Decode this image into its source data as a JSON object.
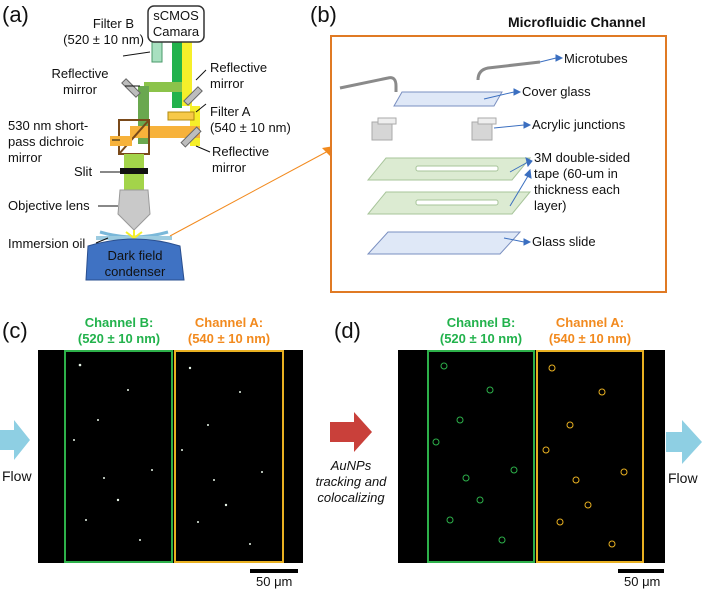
{
  "panels": {
    "a": "(a)",
    "b": "(b)",
    "c": "(c)",
    "d": "(d)"
  },
  "optics": {
    "camera": [
      "sCMOS",
      "Camara"
    ],
    "filter_b": [
      "Filter B",
      "(520 ± 10 nm)"
    ],
    "filter_a": [
      "Filter A",
      "(540 ± 10 nm)"
    ],
    "reflective_mirror_left": [
      "Reflective",
      "mirror"
    ],
    "reflective_mirror_top": [
      "Reflective",
      "mirror"
    ],
    "reflective_mirror_bottom": [
      "Reflective",
      "mirror"
    ],
    "dichroic": [
      "530 nm short-",
      "pass dichroic",
      "mirror"
    ],
    "slit": "Slit",
    "objective": "Objective lens",
    "immersion_oil": "Immersion oil",
    "condenser": [
      "Dark field",
      "condenser"
    ]
  },
  "microfluidic": {
    "title": "Microfluidic Channel",
    "microtubes": "Microtubes",
    "cover_glass": "Cover glass",
    "acrylic": "Acrylic junctions",
    "tape": [
      "3M double-sided",
      "tape (60-um in",
      "thickness each",
      "layer)"
    ],
    "glass_slide": "Glass slide"
  },
  "imaging": {
    "channel_b": [
      "Channel B:",
      "(520 ± 10 nm)"
    ],
    "channel_a": [
      "Channel A:",
      "(540 ± 10 nm)"
    ],
    "flow": "Flow",
    "process": [
      "AuNPs",
      "tracking and",
      "colocalizing"
    ],
    "scale_bar": "50 μm"
  },
  "colors": {
    "green": "#22b24c",
    "orange": "#f28a1e",
    "channel_b_box": "#2db04a",
    "channel_a_box": "#e8b021",
    "frame": "#e07a24",
    "arrow_red": "#c9403a",
    "flow_arrow": "#8ecfe3"
  }
}
